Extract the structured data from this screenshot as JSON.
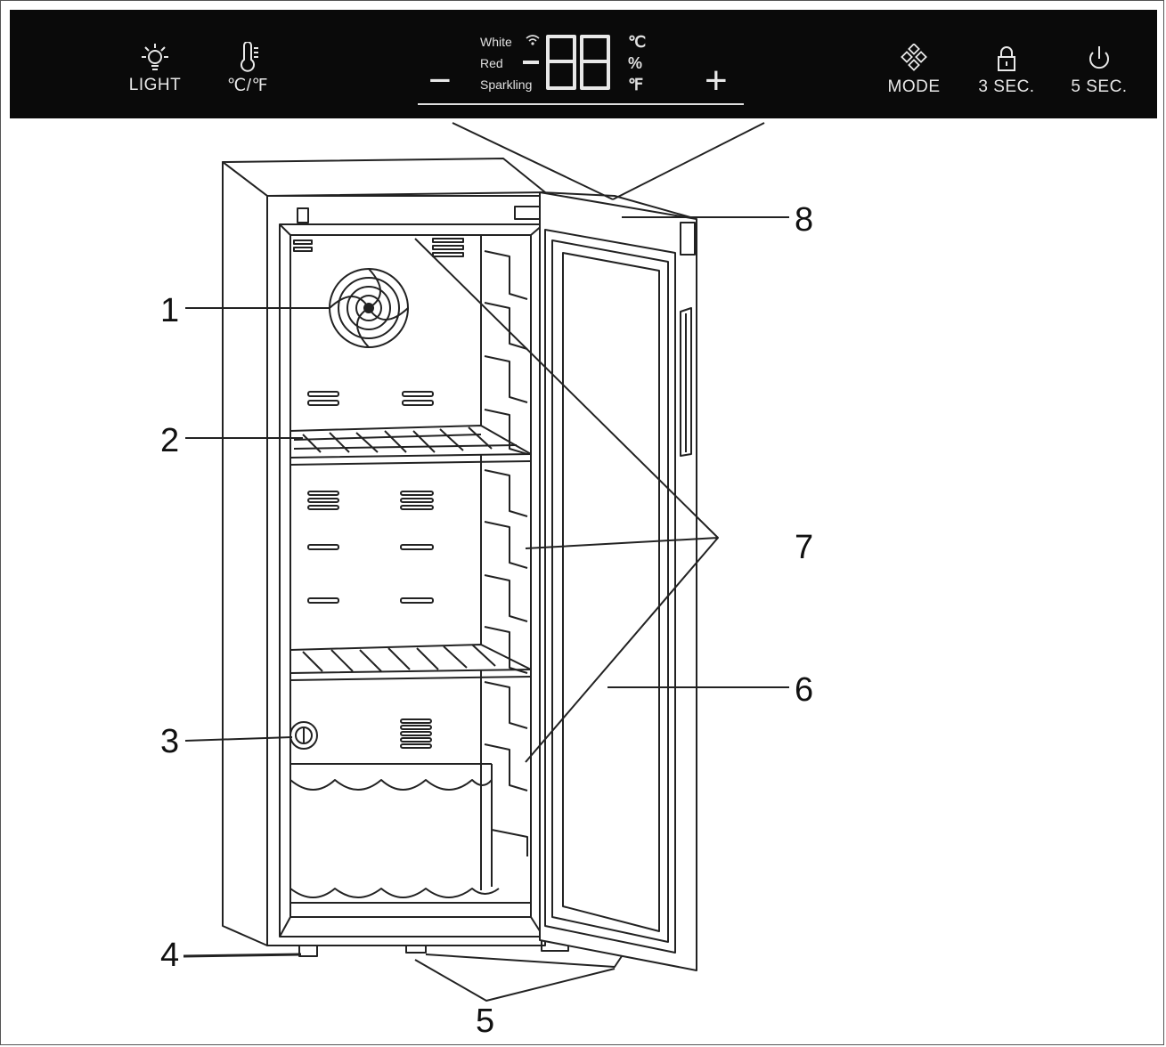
{
  "control_panel": {
    "light_label": "LIGHT",
    "temp_unit_label": "℃/℉",
    "modes": [
      "White",
      "Red",
      "Sparkling"
    ],
    "display_digits": "88",
    "display_minus": "-",
    "units": [
      "℃",
      "%",
      "℉"
    ],
    "minus_sign": "−",
    "plus_sign": "+",
    "mode_label": "MODE",
    "lock_label": "3 SEC.",
    "power_label": "5 SEC."
  },
  "callouts": [
    "1",
    "2",
    "3",
    "4",
    "5",
    "6",
    "7",
    "8"
  ],
  "colors": {
    "panel": "#0a0a0a",
    "panel_text": "#e8e8e8",
    "line": "#222222"
  }
}
